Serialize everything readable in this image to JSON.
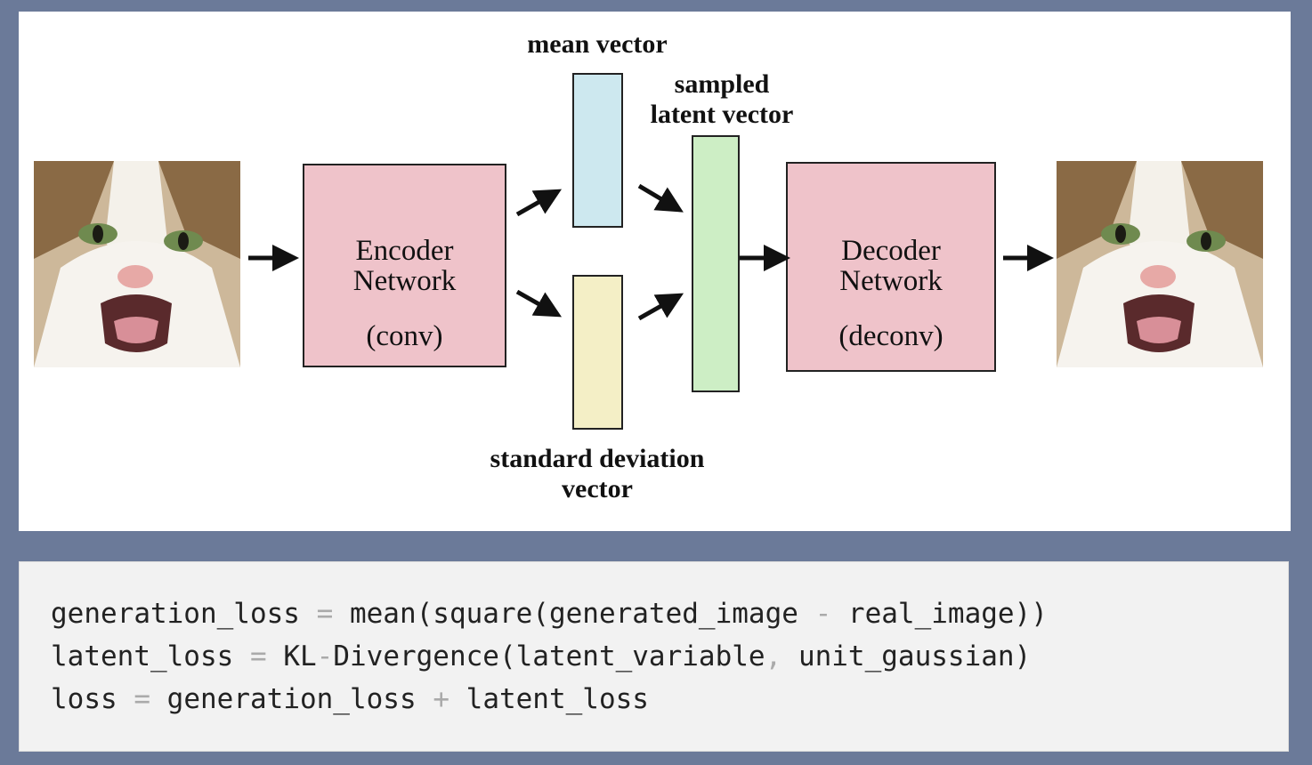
{
  "diagram": {
    "mean_label": "mean vector",
    "sampled_label_line1": "sampled",
    "sampled_label_line2": "latent vector",
    "std_label_line1": "standard deviation",
    "std_label_line2": "vector",
    "encoder": {
      "line1": "Encoder",
      "line2": "Network",
      "line3": "(conv)"
    },
    "decoder": {
      "line1": "Decoder",
      "line2": "Network",
      "line3": "(deconv)"
    },
    "colors": {
      "network_fill": "#efc3ca",
      "mean_fill": "#cde8ef",
      "std_fill": "#f4efc6",
      "latent_fill": "#cdeec5"
    },
    "icons": [
      "cat-input-image",
      "cat-output-image",
      "arrow-icon"
    ]
  },
  "code": {
    "line1": [
      "generation_loss",
      "=",
      "mean(square(generated_image",
      "-",
      "real_image))"
    ],
    "line2": [
      "latent_loss",
      "=",
      "KL",
      "-",
      "Divergence(latent_variable",
      ",",
      "unit_gaussian)"
    ],
    "line3": [
      "loss",
      "=",
      "generation_loss",
      "+",
      "latent_loss"
    ]
  }
}
